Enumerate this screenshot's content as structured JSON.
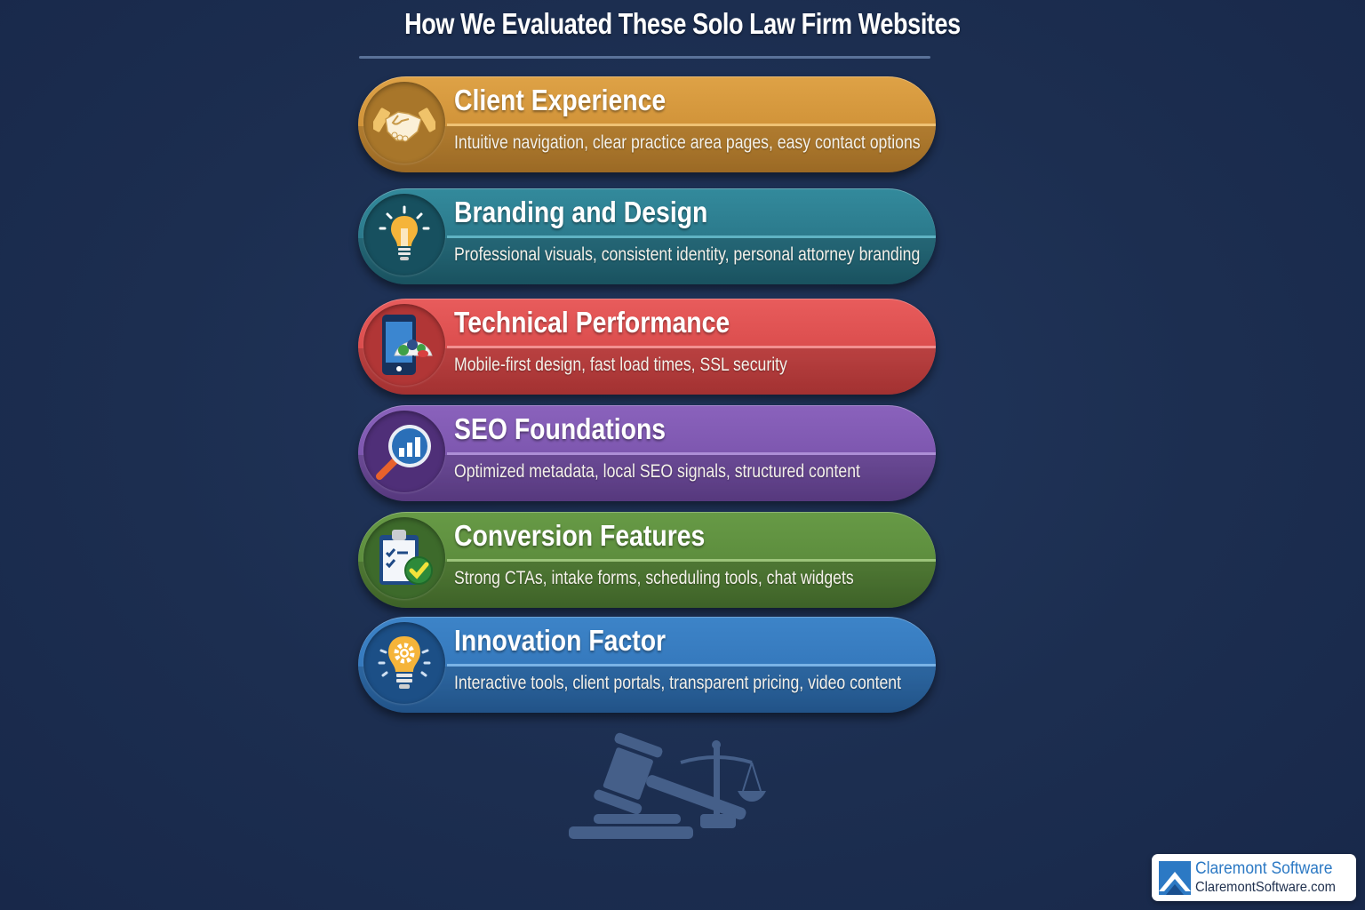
{
  "header": {
    "title": "How We Evaluated These Solo Law Firm Websites"
  },
  "criteria": [
    {
      "title": "Client Experience",
      "description": "Intuitive navigation, clear practice area pages, easy contact options",
      "icon": "handshake-icon",
      "color": "#d39536",
      "disc_color": "#a8762a"
    },
    {
      "title": "Branding and Design",
      "description": "Professional visuals, consistent identity, personal attorney branding",
      "icon": "lightbulb-icon",
      "color": "#2b7a8c",
      "disc_color": "#1b5566"
    },
    {
      "title": "Technical Performance",
      "description": "Mobile-first design, fast load times, SSL security",
      "icon": "mobile-speedometer-icon",
      "color": "#dd4f4f",
      "disc_color": "#b13636"
    },
    {
      "title": "SEO Foundations",
      "description": "Optimized metadata, local SEO signals, structured content",
      "icon": "magnifier-chart-icon",
      "color": "#7e57b0",
      "disc_color": "#5c3a8a"
    },
    {
      "title": "Conversion Features",
      "description": "Strong CTAs, intake forms, scheduling tools, chat widgets",
      "icon": "clipboard-check-icon",
      "color": "#5b8b3c",
      "disc_color": "#3f6a2b"
    },
    {
      "title": "Innovation Factor",
      "description": "Interactive tools, client portals, transparent pricing, video content",
      "icon": "lightbulb-gear-icon",
      "color": "#3477bb",
      "disc_color": "#1f5590"
    }
  ],
  "decoration": {
    "icon": "gavel-scales-icon"
  },
  "brand": {
    "name": "Claremont Software",
    "url": "ClaremontSoftware.com",
    "accent": "#2c79c4"
  }
}
